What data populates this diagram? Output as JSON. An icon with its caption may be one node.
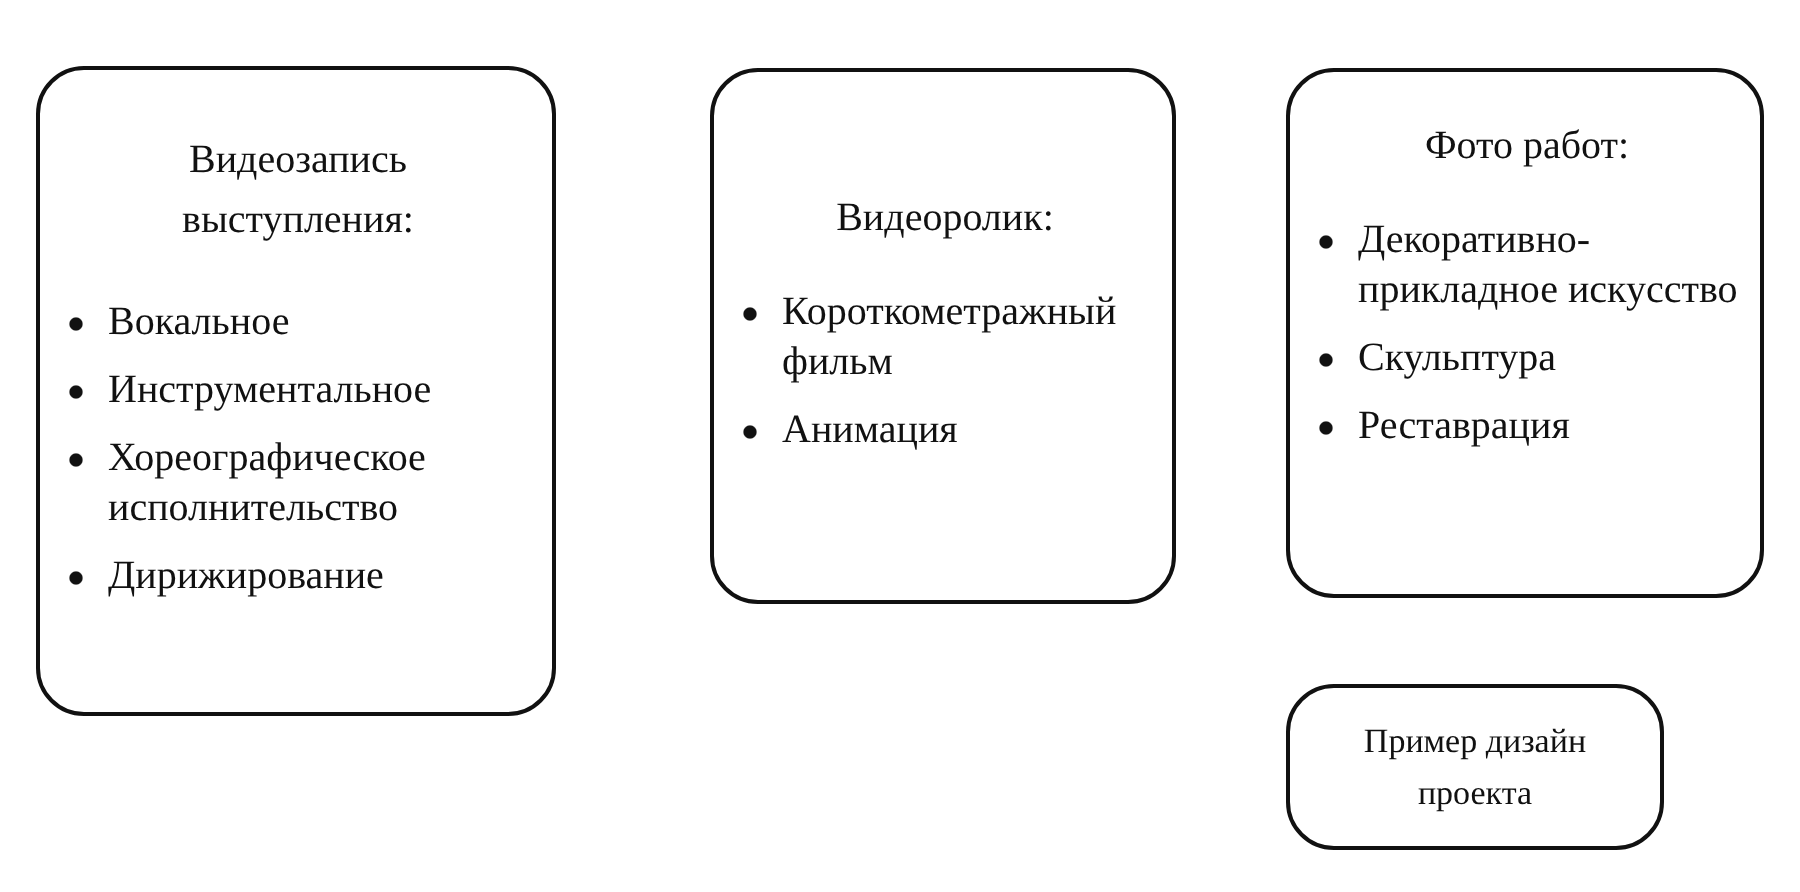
{
  "diagram": {
    "nodes": [
      {
        "text": [
          "Видеозапись выступления:",
          "Вокальное",
          "Инструментальное",
          "Хореографическое исполнительство",
          "Дирижирование"
        ]
      },
      {
        "text": [
          "Видеоролик:",
          "Короткометражный фильм",
          "Анимация"
        ]
      },
      {
        "text": [
          "Фото работ:",
          "Декоративно-прикладное искусство",
          "Скульптура",
          "Реставрация"
        ]
      },
      {
        "text": [
          "Пример дизайн проекта"
        ]
      }
    ]
  }
}
